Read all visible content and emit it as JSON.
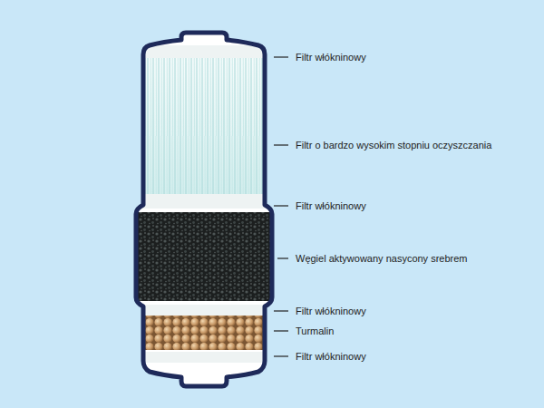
{
  "diagram": {
    "labels": [
      "Filtr włókninowy",
      "Filtr o bardzo wysokim stopniu oczyszczania",
      "Filtr włókninowy",
      "Węgiel aktywowany nasycony srebrem",
      "Filtr włókninowy",
      "Turmalin",
      "Filtr włókninowy"
    ]
  }
}
